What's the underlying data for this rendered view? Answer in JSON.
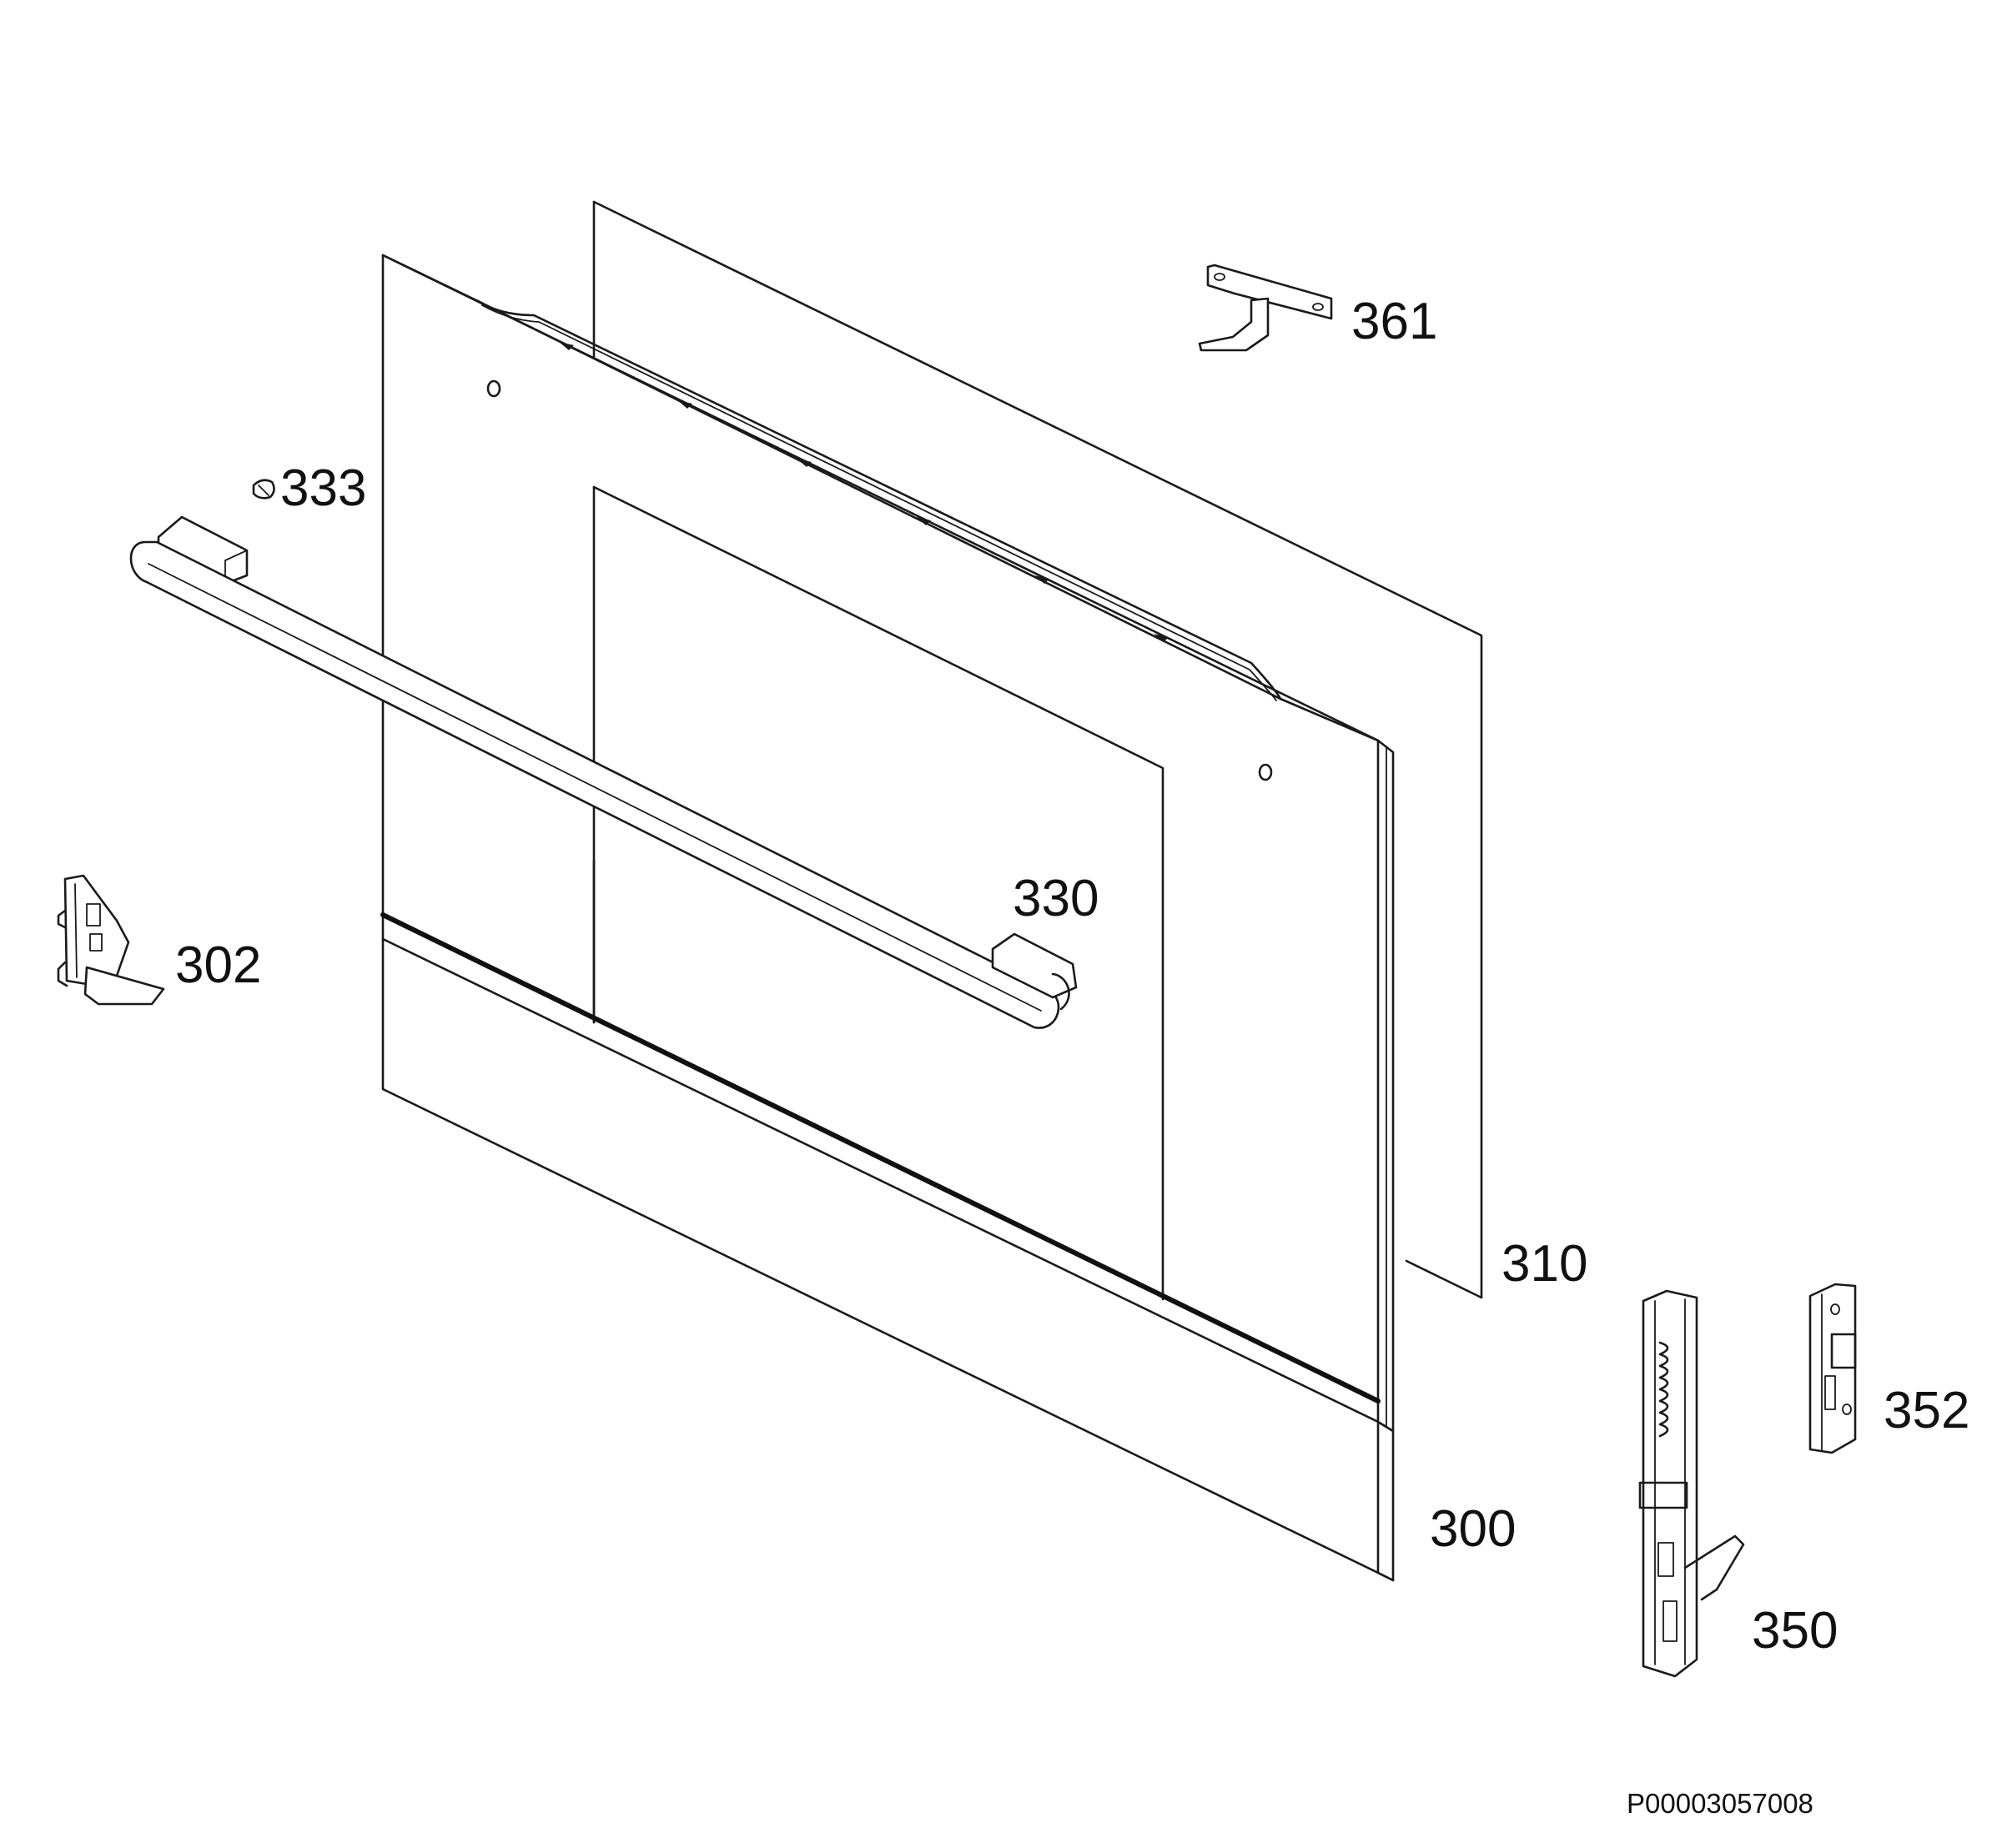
{
  "diagram": {
    "callouts": {
      "p361": "361",
      "p333": "333",
      "p330": "330",
      "p302": "302",
      "p310": "310",
      "p300": "300",
      "p352": "352",
      "p350": "350"
    },
    "drawing_id": "P00003057008"
  }
}
